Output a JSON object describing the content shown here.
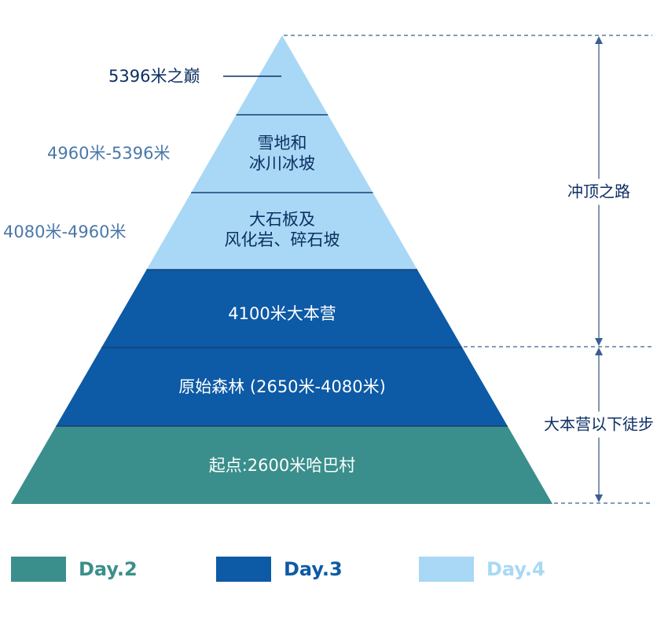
{
  "colors": {
    "day2": "#3a8f8c",
    "day3": "#0d5aa6",
    "day4": "#a8d8f5",
    "separator": "#1a3f73",
    "guide": "#3a5f8f",
    "dark_text": "#0d2f63",
    "altitude_text": "#4a78a8"
  },
  "pyramid": {
    "layers": [
      {
        "lines": [
          "起点:2600米哈巴村"
        ],
        "day": "day2"
      },
      {
        "lines": [
          "原始森林 (2650米-4080米)"
        ],
        "day": "day3"
      },
      {
        "lines": [
          "4100米大本营"
        ],
        "day": "day3"
      },
      {
        "lines": [
          "大石板及",
          "风化岩、碎石坡"
        ],
        "day": "day4"
      },
      {
        "lines": [
          "雪地和",
          "冰川冰坡"
        ],
        "day": "day4"
      },
      {
        "lines": [],
        "day": "day4"
      }
    ]
  },
  "left_labels": {
    "summit": "5396米之巅",
    "alt_4960_5396": "4960米-5396米",
    "alt_4080_4960": "4080米-4960米"
  },
  "right_labels": {
    "summit_push": "冲顶之路",
    "below_camp": "大本营以下徒步"
  },
  "legend": [
    {
      "label": "Day.2",
      "color_key": "day2"
    },
    {
      "label": "Day.3",
      "color_key": "day3"
    },
    {
      "label": "Day.4",
      "color_key": "day4"
    }
  ]
}
